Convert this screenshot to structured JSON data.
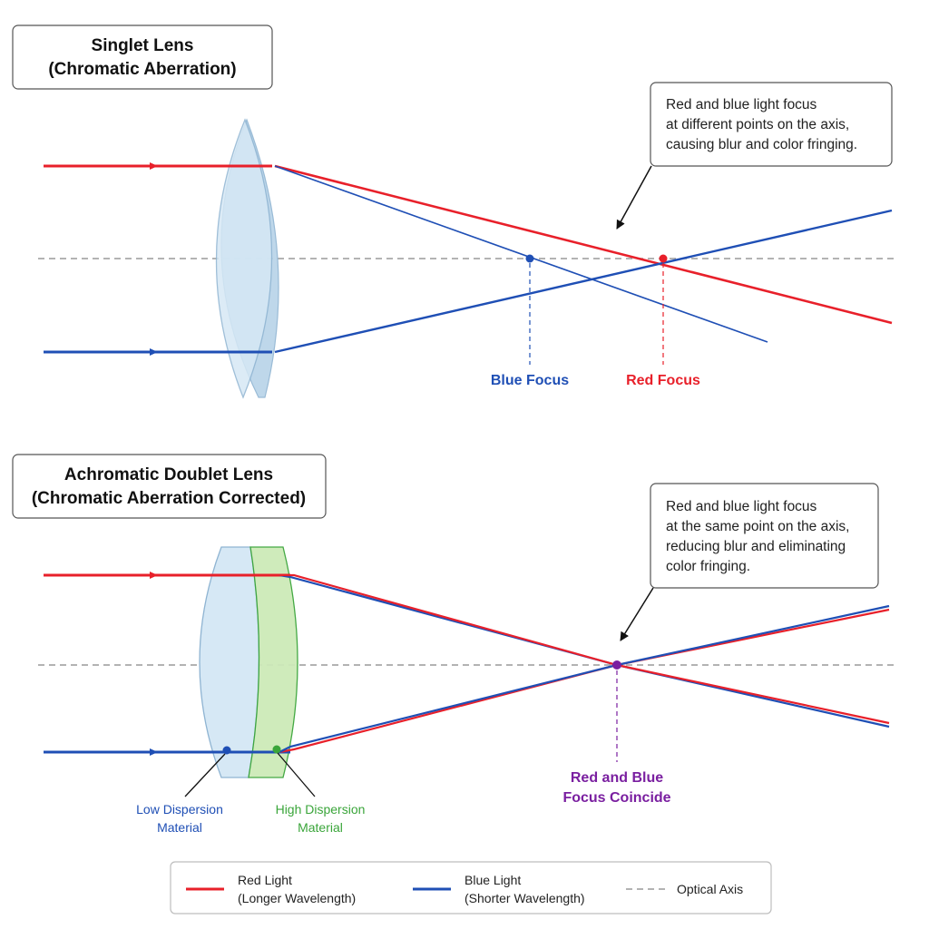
{
  "colors": {
    "red": "#e8202a",
    "blue": "#1f4fb5",
    "purple": "#7a1fa0",
    "green": "#3aa53a",
    "axis": "#9a9a9a",
    "lens_blue": "#cfe3f2",
    "lens_green": "#cdeab8"
  },
  "singlet": {
    "title_line1": "Singlet Lens",
    "title_line2": "(Chromatic Aberration)",
    "callout": [
      "Red and blue light focus",
      "at different points on the axis,",
      "causing blur and color fringing."
    ],
    "blue_focus_label": "Blue Focus",
    "red_focus_label": "Red Focus"
  },
  "doublet": {
    "title_line1": "Achromatic Doublet Lens",
    "title_line2": "(Chromatic Aberration Corrected)",
    "callout": [
      "Red and blue light focus",
      "at the same point on the axis,",
      "reducing blur and eliminating",
      "color fringing."
    ],
    "focus_label_line1": "Red and Blue",
    "focus_label_line2": "Focus Coincide",
    "low_dispersion_line1": "Low Dispersion",
    "low_dispersion_line2": "Material",
    "high_dispersion_line1": "High Dispersion",
    "high_dispersion_line2": "Material"
  },
  "legend": {
    "red_line1": "Red Light",
    "red_line2": "(Longer Wavelength)",
    "blue_line1": "Blue Light",
    "blue_line2": "(Shorter Wavelength)",
    "axis_label": "Optical Axis"
  }
}
